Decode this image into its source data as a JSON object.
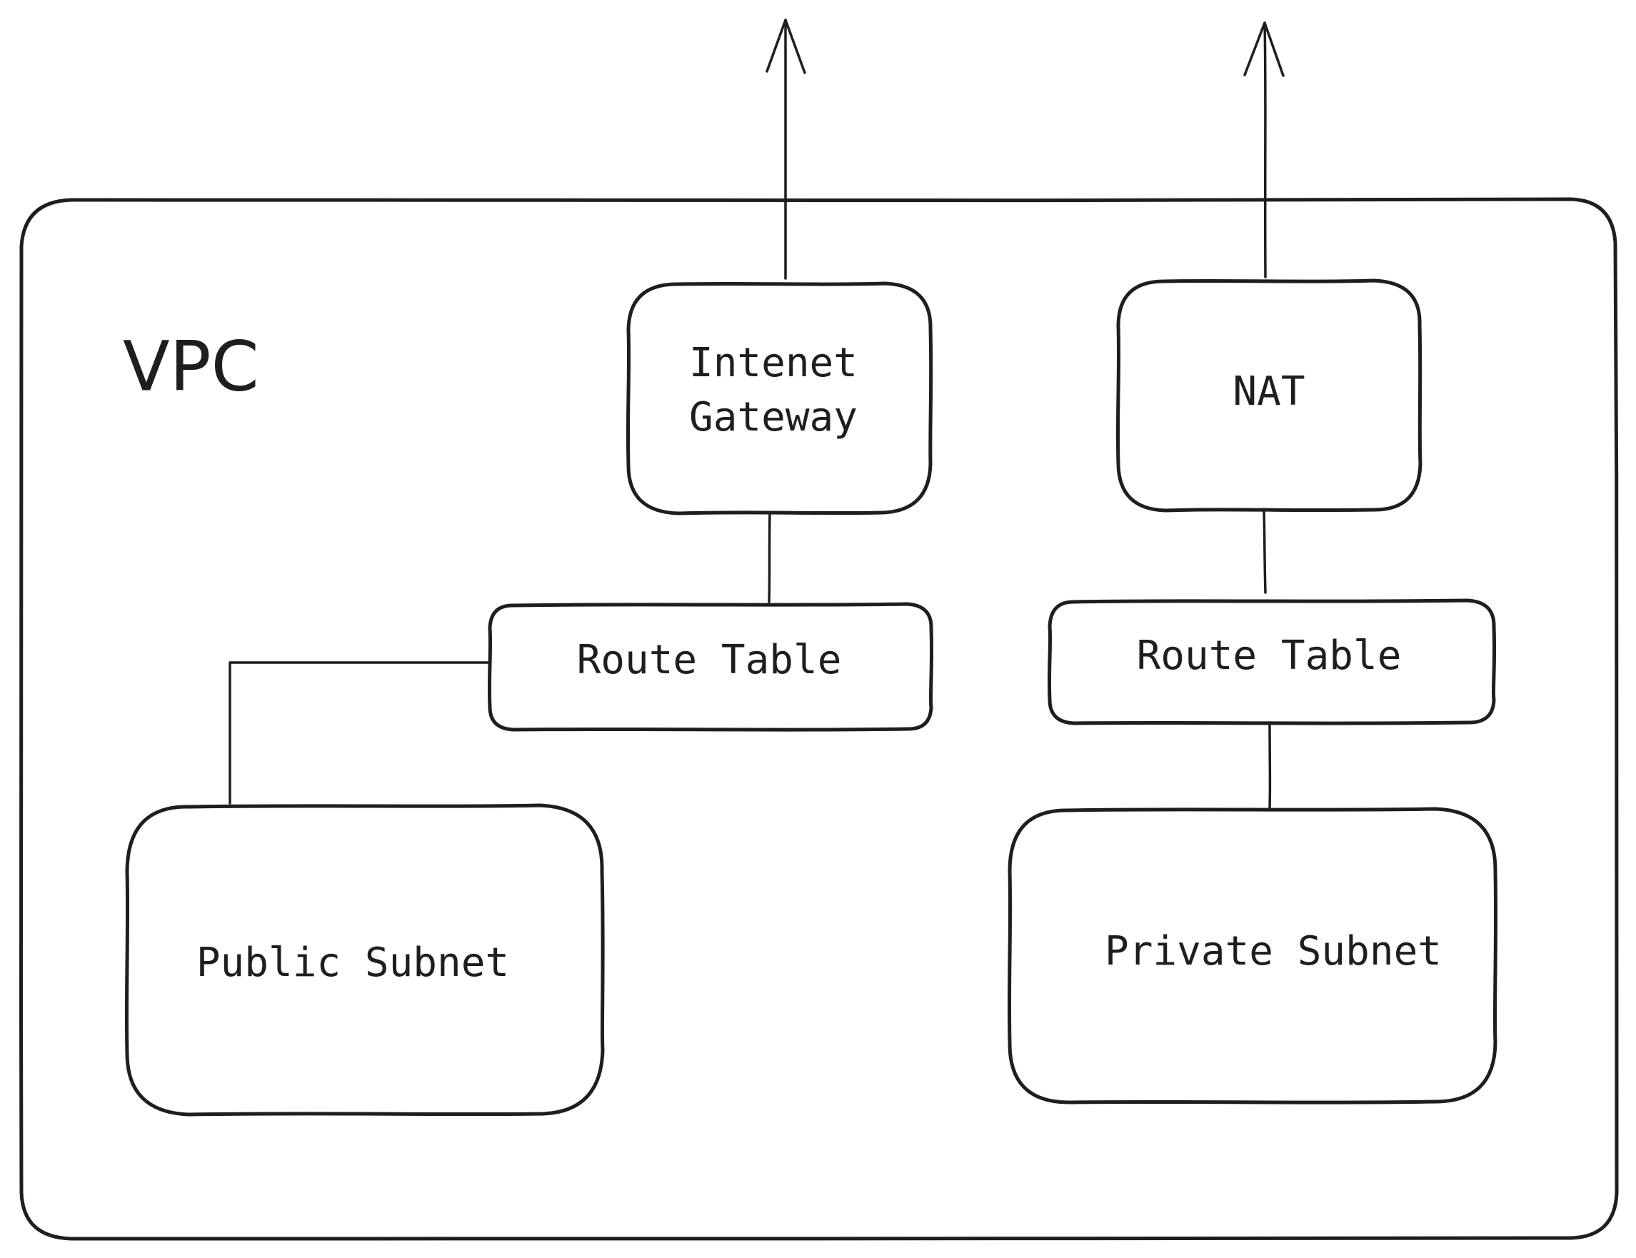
{
  "diagram": {
    "container": {
      "label": "VPC",
      "fill": "#ffffff"
    },
    "nodes": {
      "internet_gateway": {
        "line1": "Intenet",
        "line2": "Gateway",
        "fill": "#b2f2bb"
      },
      "nat": {
        "label": "NAT",
        "fill": "#b2f2bb"
      },
      "route_table_public": {
        "label": "Route Table",
        "fill": "#ffec99"
      },
      "route_table_private": {
        "label": "Route Table",
        "fill": "#ffec99"
      },
      "public_subnet": {
        "label": "Public Subnet",
        "fill": "#ffc9c9"
      },
      "private_subnet": {
        "label": "Private Subnet",
        "fill": "#a5d8ff"
      }
    },
    "stroke_color": "#1e1e1e"
  }
}
